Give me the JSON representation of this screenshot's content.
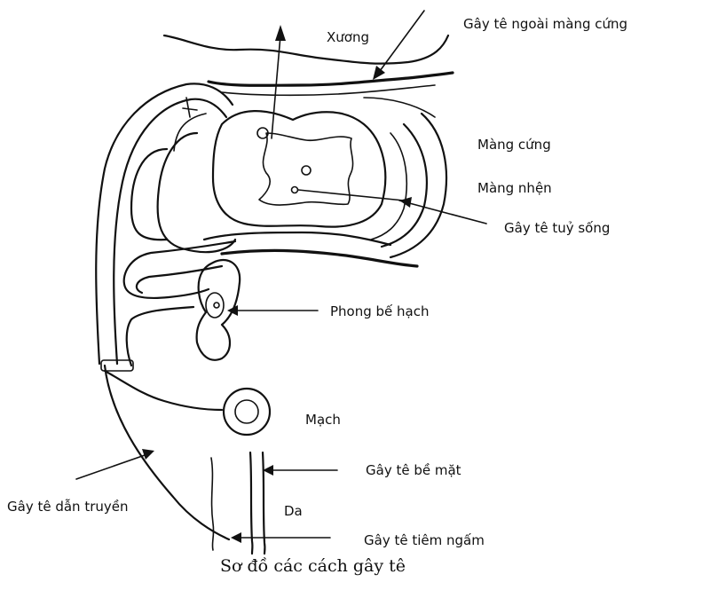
{
  "labels": {
    "xuong": "Xương",
    "gay_te_ngoai_mang_cung": "Gây tê ngoài màng cứng",
    "mang_cung": "Màng cứng",
    "mang_nhen": "Màng nhện",
    "gay_te_tuy_song": "Gây tê tuỷ sống",
    "phong_be_hach": "Phong bế hạch",
    "mach": "Mạch",
    "gay_te_be_mat": "Gây tê bề mặt",
    "da": "Da",
    "gay_te_dan_truyen": "Gây tê dẫn truyền",
    "gay_te_tiem_ngam": "Gây tê tiêm ngấm"
  },
  "caption": "Sơ đồ các cách gây tê"
}
